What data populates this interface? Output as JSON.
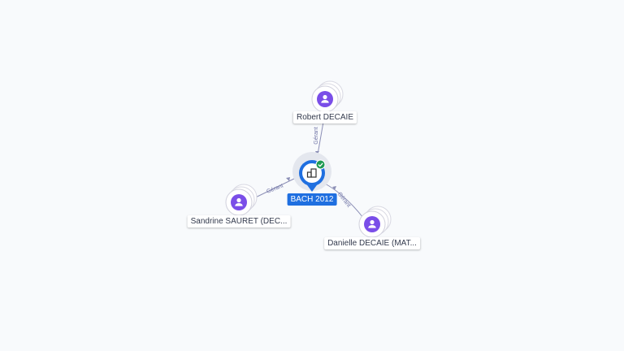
{
  "colors": {
    "company": "#1f6fe0",
    "person": "#7a4ee8",
    "edge": "#8c8fb6",
    "check": "#1e9a53"
  },
  "company": {
    "label": "BACH 2012",
    "icon": "building-icon",
    "status_icon": "check-icon"
  },
  "persons": [
    {
      "label": "Robert DECAIE",
      "icon": "person-icon",
      "relation": "Gérant"
    },
    {
      "label": "Sandrine SAURET (DEC...",
      "icon": "person-icon",
      "relation": "Gérant"
    },
    {
      "label": "Danielle DECAIE (MAT...",
      "icon": "person-icon",
      "relation": "Gérant"
    }
  ]
}
